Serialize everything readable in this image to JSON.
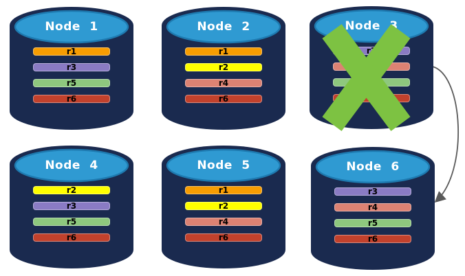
{
  "diagram": {
    "nodes": [
      {
        "name": "Node 1",
        "failed": false,
        "replicas": [
          {
            "key": "r1",
            "label": "r1"
          },
          {
            "key": "r3",
            "label": "r3"
          },
          {
            "key": "r5",
            "label": "r5"
          },
          {
            "key": "r6",
            "label": "r6"
          }
        ]
      },
      {
        "name": "Node 2",
        "failed": false,
        "replicas": [
          {
            "key": "r1",
            "label": "r1"
          },
          {
            "key": "r2",
            "label": "r2"
          },
          {
            "key": "r4",
            "label": "r4"
          },
          {
            "key": "r6",
            "label": "r6"
          }
        ]
      },
      {
        "name": "Node 3",
        "failed": true,
        "replicas": [
          {
            "key": "r3",
            "label": "r3"
          },
          {
            "key": "r4",
            "label": ""
          },
          {
            "key": "r5",
            "label": ""
          },
          {
            "key": "r6",
            "label": ""
          }
        ]
      },
      {
        "name": "Node 4",
        "failed": false,
        "replicas": [
          {
            "key": "r2",
            "label": "r2"
          },
          {
            "key": "r3",
            "label": "r3"
          },
          {
            "key": "r5",
            "label": "r5"
          },
          {
            "key": "r6",
            "label": "r6"
          }
        ]
      },
      {
        "name": "Node 5",
        "failed": false,
        "replicas": [
          {
            "key": "r1",
            "label": "r1"
          },
          {
            "key": "r2",
            "label": "r2"
          },
          {
            "key": "r4",
            "label": "r4"
          },
          {
            "key": "r6",
            "label": "r6"
          }
        ]
      },
      {
        "name": "Node 6",
        "failed": false,
        "replicas": [
          {
            "key": "r3",
            "label": "r3"
          },
          {
            "key": "r4",
            "label": "r4"
          },
          {
            "key": "r5",
            "label": "r5"
          },
          {
            "key": "r6",
            "label": "r6"
          }
        ]
      }
    ],
    "replica_colors": {
      "r1": "#F79D02",
      "r2": "#FFFF00",
      "r3": "#8A7BC4",
      "r4": "#DC8273",
      "r5": "#8EC87E",
      "r6": "#C2412C"
    },
    "colors": {
      "cylinder_body": "#1A2A4F",
      "cylinder_top": "#2F9AD2",
      "cylinder_top_border": "#1E7AB0",
      "title_text": "#FFFFFF",
      "bar_text": "#000000",
      "x_mark": "#7DC242",
      "arrow": "#595959",
      "background": "#FFFFFF"
    },
    "arrow": {
      "from": "Node 3",
      "to": "Node 6"
    }
  }
}
